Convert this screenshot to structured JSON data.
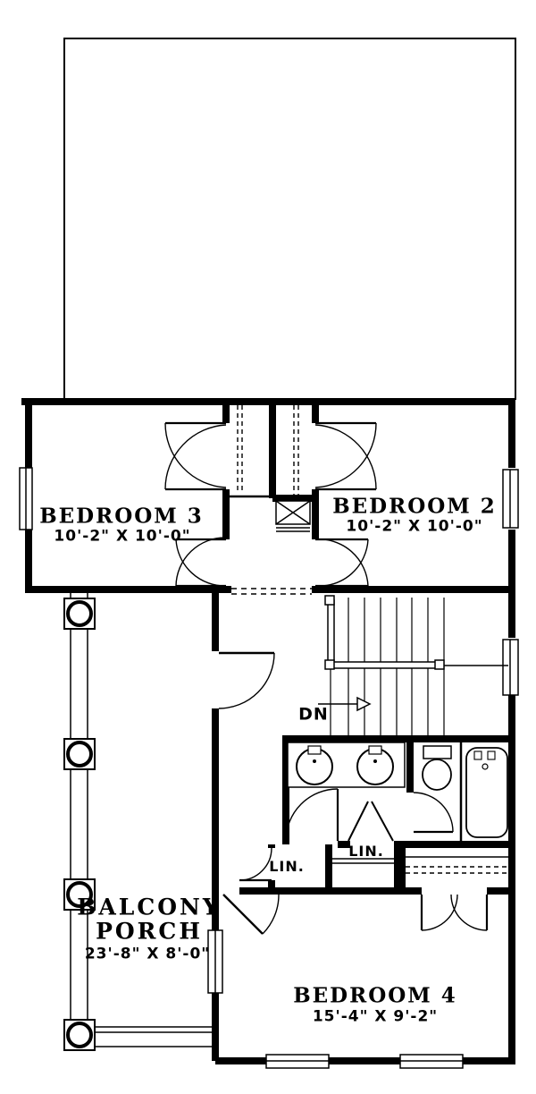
{
  "rooms": {
    "bedroom3": {
      "name": "BEDROOM 3",
      "dims": "10'-2\" X 10'-0\""
    },
    "bedroom2": {
      "name": "BEDROOM 2",
      "dims": "10'-2\" X 10'-0\""
    },
    "bedroom4": {
      "name": "BEDROOM 4",
      "dims": "15'-4\" X 9'-2\""
    },
    "balcony": {
      "line1": "BALCONY",
      "line2": "PORCH",
      "dims": "23'-8\" X 8'-0\""
    }
  },
  "annotations": {
    "stairs_direction": "DN",
    "linen_left": "LIN.",
    "linen_right": "LIN."
  },
  "colors": {
    "line": "#000000",
    "background": "#ffffff"
  }
}
